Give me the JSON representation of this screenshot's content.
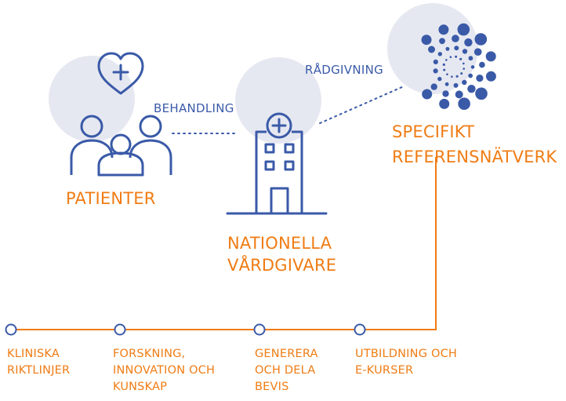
{
  "diagram": {
    "edges": {
      "treatment": "BEHANDLING",
      "advice": "RÅDGIVNING"
    },
    "nodes": {
      "patients": "PATIENTER",
      "providers_line1": "NATIONELLA",
      "providers_line2": "VÅRDGIVARE",
      "network_line1": "SPECIFIKT",
      "network_line2": "REFERENSNÄTVERK"
    },
    "timeline": [
      {
        "line1": "KLINISKA",
        "line2": "RIKTLINJER"
      },
      {
        "line1": "FORSKNING,",
        "line2": "INNOVATION OCH",
        "line3": "KUNSKAP"
      },
      {
        "line1": "GENERERA",
        "line2": "OCH DELA",
        "line3": "BEVIS"
      },
      {
        "line1": "UTBILDNING OCH",
        "line2": "E-KURSER"
      }
    ]
  },
  "colors": {
    "accent_orange": "#f07c14",
    "icon_blue": "#3a5aa8",
    "halo_gray": "#e6e8f1"
  }
}
